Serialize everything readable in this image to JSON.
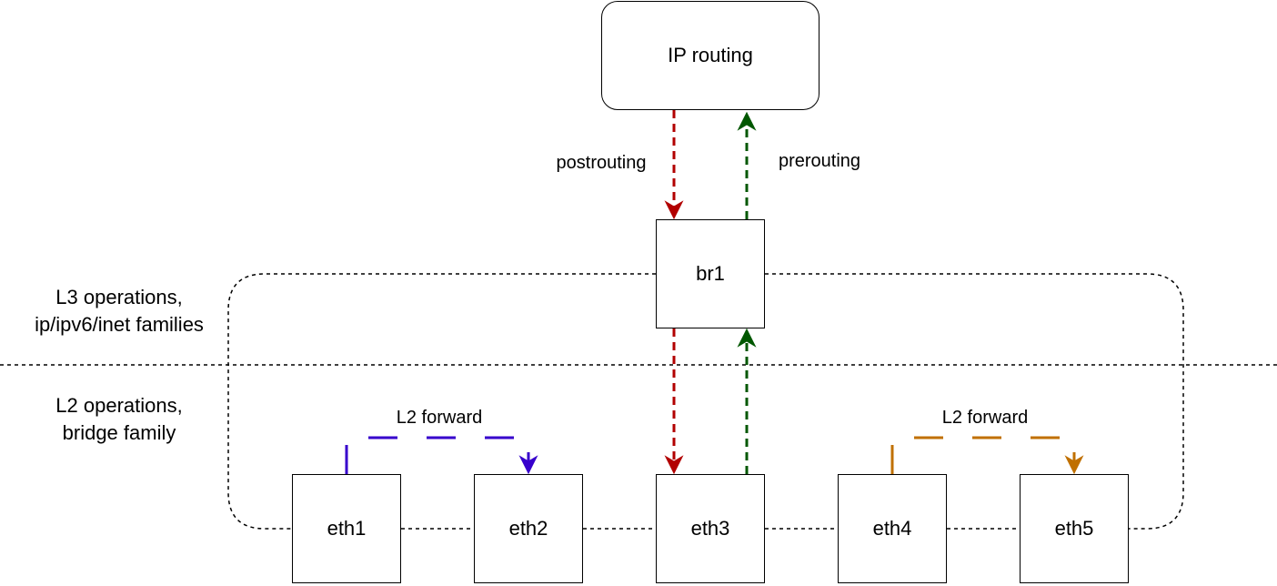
{
  "nodes": {
    "ip_routing": "IP routing",
    "br1": "br1",
    "eth1": "eth1",
    "eth2": "eth2",
    "eth3": "eth3",
    "eth4": "eth4",
    "eth5": "eth5"
  },
  "labels": {
    "postrouting": "postrouting",
    "prerouting": "prerouting",
    "l3_line1": "L3 operations,",
    "l3_line2": "ip/ipv6/inet families",
    "l2_line1": "L2 operations,",
    "l2_line2": "bridge family",
    "l2_forward_left": "L2 forward",
    "l2_forward_right": "L2 forward"
  },
  "colors": {
    "postrouting": "#b20000",
    "prerouting": "#005700",
    "forward_left": "#3700cc",
    "forward_right": "#c07000"
  }
}
